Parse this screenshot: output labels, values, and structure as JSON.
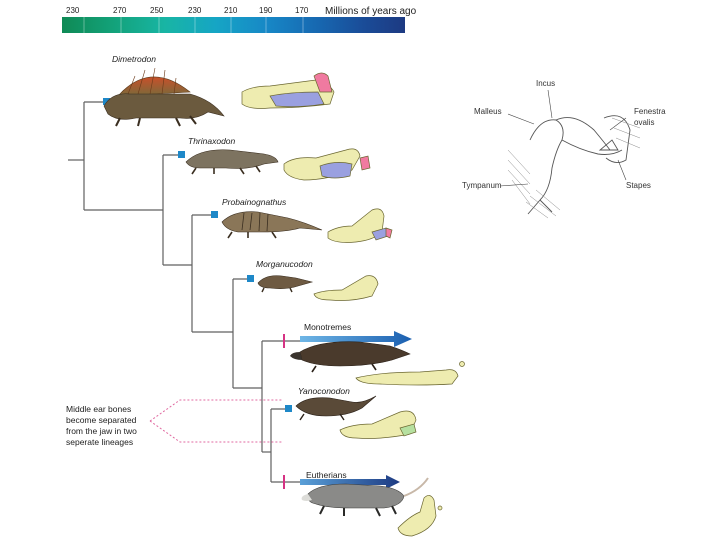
{
  "timeline": {
    "ticks": [
      "230",
      "270",
      "250",
      "230",
      "210",
      "190",
      "170"
    ],
    "unit_label": "Millions of years ago",
    "gradient": [
      "#0f8a55",
      "#13a27a",
      "#18b5a4",
      "#16a5c5",
      "#1787c6",
      "#1767b0",
      "#1a4c98",
      "#1d3a82"
    ]
  },
  "taxa": {
    "dimetrodon": "Dimetrodon",
    "thrinaxodon": "Thrinaxodon",
    "probainognathus": "Probainognathus",
    "morganucodon": "Morganucodon",
    "monotremes": "Monotremes",
    "yanoconodon": "Yanoconodon",
    "eutherians": "Eutherians"
  },
  "annotation": {
    "lines": [
      "Middle ear bones",
      "become separated",
      "from the jaw in two",
      "seperate lineages"
    ]
  },
  "ear_diagram": {
    "incus": "Incus",
    "malleus": "Malleus",
    "fenestra_line1": "Fenestra",
    "fenestra_line2": "ovalis",
    "tympanum": "Tympanum",
    "stapes": "Stapes"
  },
  "colors": {
    "branch": "#606060",
    "node_marker": "#1e88c8",
    "separation_marker": "#d63384",
    "bone_dentary": "#eeecb0",
    "bone_accessory": "#9aa0e0",
    "bone_pink": "#f07aa0",
    "arrow_blue": "#1b78c8",
    "arrow_dark": "#1d3a82"
  }
}
